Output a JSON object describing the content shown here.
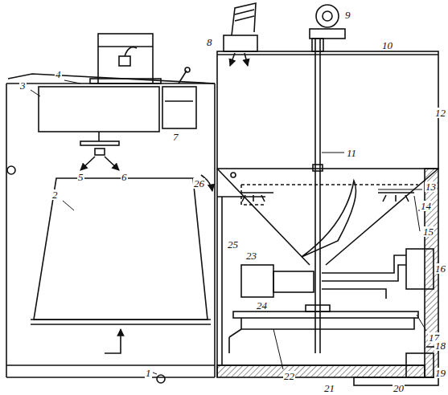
{
  "diagram": {
    "labels": [
      "1",
      "2",
      "3",
      "4",
      "5",
      "6",
      "7",
      "8",
      "9",
      "10",
      "11",
      "12",
      "13",
      "14",
      "15",
      "16",
      "17",
      "18",
      "19",
      "20",
      "21",
      "22",
      "23",
      "24",
      "25",
      "26"
    ]
  }
}
